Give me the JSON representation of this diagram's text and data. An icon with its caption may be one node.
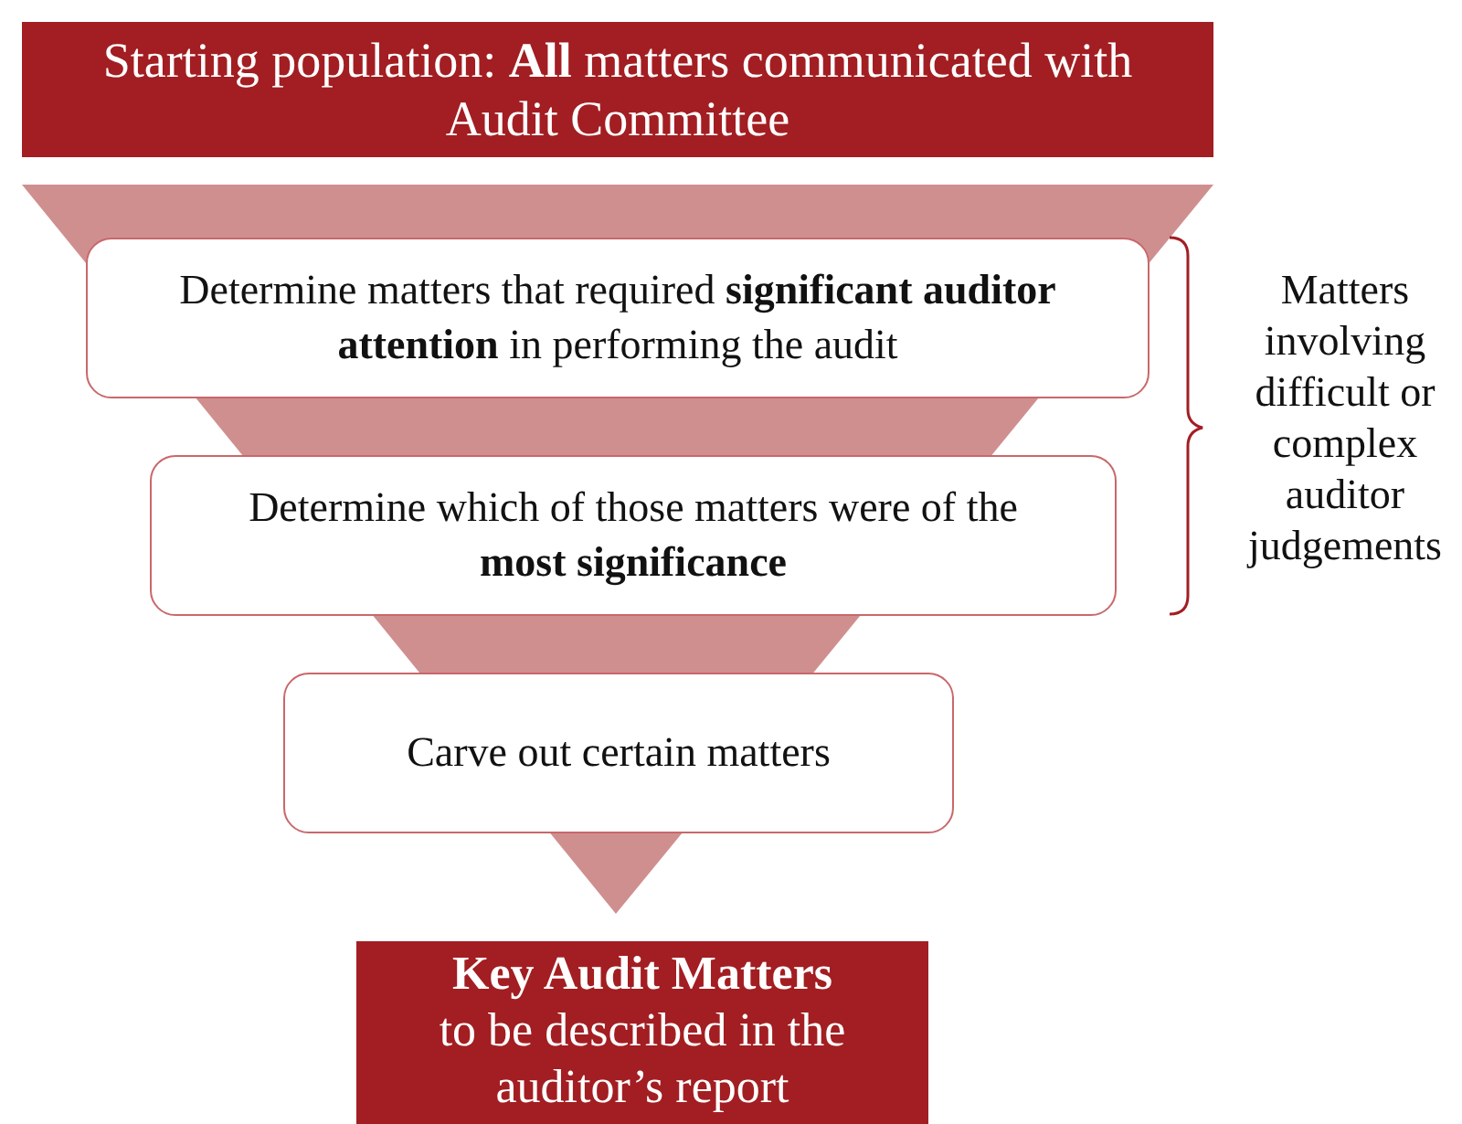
{
  "diagram": {
    "nodes": [
      {
        "text": [
          "Starting population: **All** matters communicated with Audit Committee"
        ]
      },
      {
        "text": [
          "Determine matters that required **significant auditor attention** in performing the audit"
        ]
      },
      {
        "text": [
          "Determine which of those matters were of the **most significance**"
        ]
      },
      {
        "text": [
          "Carve out certain matters"
        ]
      },
      {
        "text": [
          "Key Audit Matters",
          "to be described in the auditor’s report"
        ]
      }
    ],
    "labels": [
      "Matters involving difficult or complex auditor judgements"
    ]
  }
}
